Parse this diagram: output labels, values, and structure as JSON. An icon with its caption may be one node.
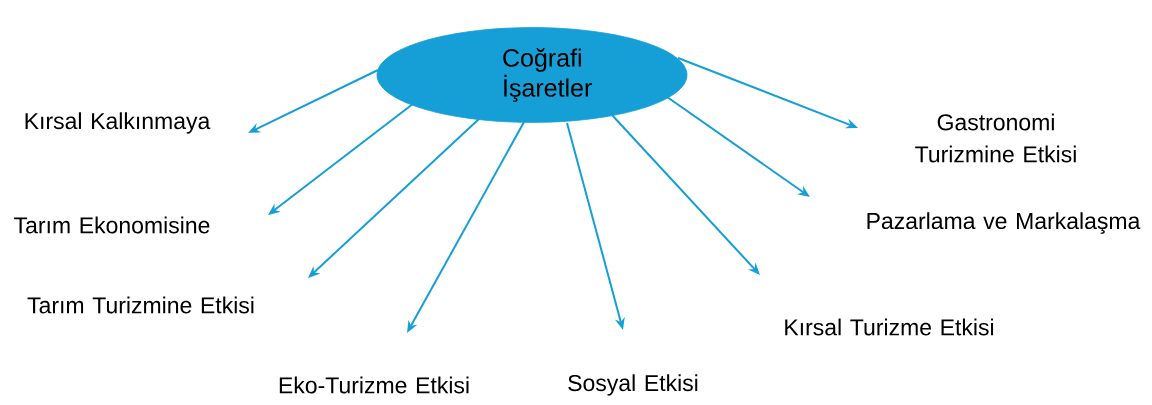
{
  "diagram": {
    "nodes": [
      {
        "text": [
          "Coğrafi İşaretler"
        ]
      },
      {
        "text": [
          "Kırsal Kalkınmaya"
        ]
      },
      {
        "text": [
          "Tarım Ekonomisine"
        ]
      },
      {
        "text": [
          "Tarım Turizmine Etkisi"
        ]
      },
      {
        "text": [
          "Eko-Turizme Etkisi"
        ]
      },
      {
        "text": [
          "Sosyal Etkisi"
        ]
      },
      {
        "text": [
          "Kırsal Turizme Etkisi"
        ]
      },
      {
        "text": [
          "Pazarlama ve Markalaşma"
        ]
      },
      {
        "text": [
          "Gastronomi Turizmine Etkisi"
        ]
      }
    ],
    "edges": [
      {
        "from": 0,
        "to": 1,
        "arrow": "to"
      },
      {
        "from": 0,
        "to": 2,
        "arrow": "to"
      },
      {
        "from": 0,
        "to": 3,
        "arrow": "to"
      },
      {
        "from": 0,
        "to": 4,
        "arrow": "to"
      },
      {
        "from": 0,
        "to": 5,
        "arrow": "to"
      },
      {
        "from": 0,
        "to": 6,
        "arrow": "to"
      },
      {
        "from": 0,
        "to": 7,
        "arrow": "to"
      },
      {
        "from": 0,
        "to": 8,
        "arrow": "to"
      }
    ]
  }
}
